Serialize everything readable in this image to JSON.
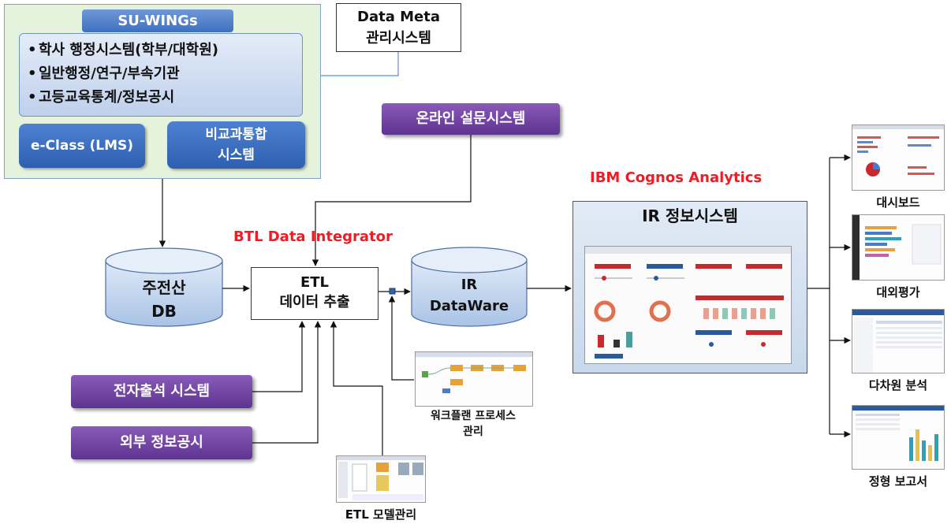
{
  "suwings": {
    "title": "SU-WINGs",
    "items": [
      "학사 행정시스템(학부/대학원)",
      "일반행정/연구/부속기관",
      "고등교육통계/정보공시"
    ],
    "eclass": "e-Class (LMS)",
    "bigyo_line1": "비교과통합",
    "bigyo_line2": "시스템"
  },
  "meta": {
    "line1": "Data Meta",
    "line2": "관리시스템"
  },
  "survey": "온라인 설문시스템",
  "btl_label": "BTL Data Integrator",
  "ibm_label": "IBM Cognos Analytics",
  "db": {
    "line1": "주전산",
    "line2": "DB"
  },
  "etl": {
    "line1": "ETL",
    "line2": "데이터 추출"
  },
  "ir_dw": {
    "line1": "IR",
    "line2": "DataWare"
  },
  "ir_system": "IR 정보시스템",
  "attend": "전자출석 시스템",
  "extinfo": "외부 정보공시",
  "workflow": {
    "line1": "워크플랜 프로세스",
    "line2": "관리"
  },
  "etl_model": "ETL 모델관리",
  "outputs": [
    "대시보드",
    "대외평가",
    "다차원 분석",
    "정형 보고서"
  ],
  "colors": {
    "purple": "#6a3fa0",
    "blue": "#3f6fbf",
    "green_panel": "#e6f3dc",
    "red_label": "#ee1c25"
  }
}
